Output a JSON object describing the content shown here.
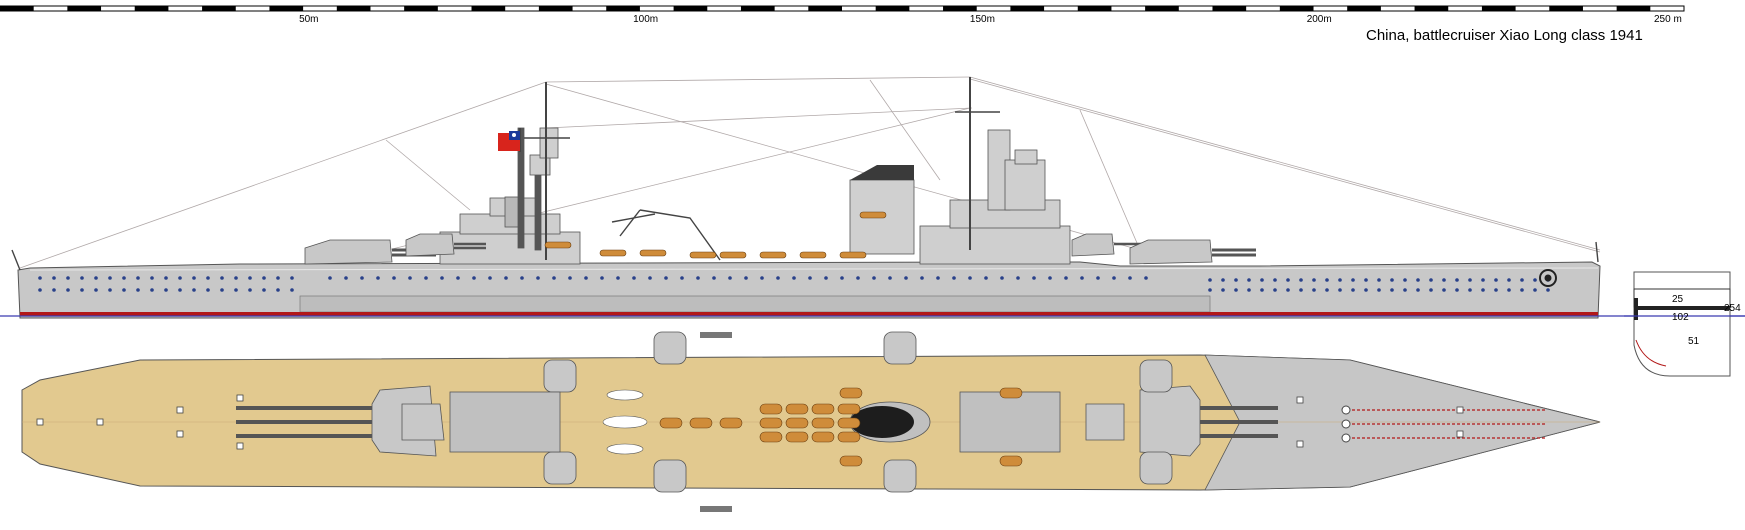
{
  "title": "China, battlecruiser Xiao Long class 1941",
  "scale": {
    "labels": [
      "50m",
      "100m",
      "150m",
      "200m",
      "250 m"
    ]
  },
  "section": {
    "labels": [
      "25",
      "254",
      "102",
      "51"
    ]
  },
  "colors": {
    "hull": "#c8c8c8",
    "hull_dark": "#9a9a9a",
    "deck_wood": "#e2c98f",
    "waterline_red": "#b21818",
    "waterline_blue": "#3a3ab0",
    "porthole": "#29418a",
    "boat_orange": "#cf8c3a",
    "funnel_cap": "#3a3a3a",
    "flag_red": "#d8241c",
    "flag_blue": "#1c3a9a"
  },
  "icons": [
    "flag-icon",
    "anchor-icon"
  ]
}
